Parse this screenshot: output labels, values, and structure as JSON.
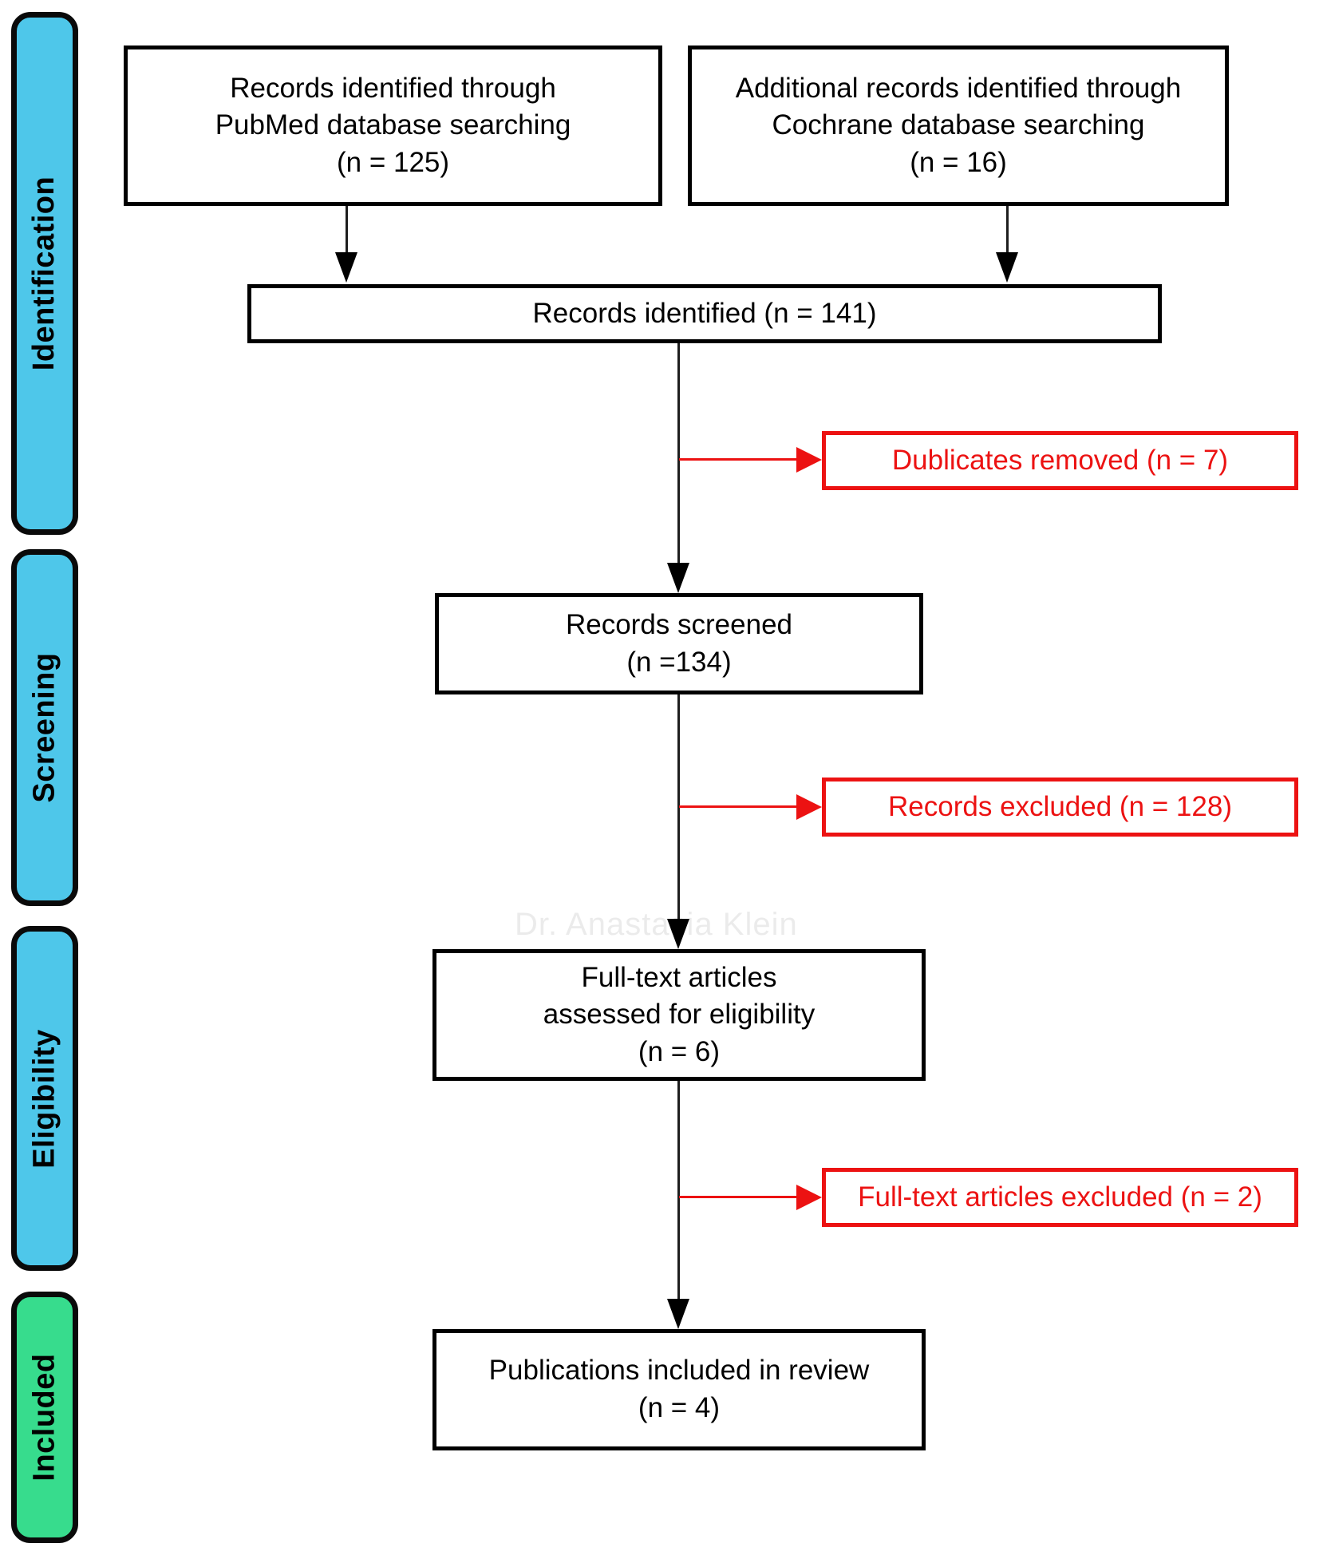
{
  "stages": [
    {
      "label": "Identification",
      "color": "#4ec7ea"
    },
    {
      "label": "Screening",
      "color": "#4ec7ea"
    },
    {
      "label": "Eligibility",
      "color": "#4ec7ea"
    },
    {
      "label": "Included",
      "color": "#37dc8d"
    }
  ],
  "boxes": {
    "source_pubmed": {
      "text": "Records identified through\nPubMed database searching\n(n = 125)",
      "n": 125
    },
    "source_cochrane": {
      "text": "Additional records identified through\nCochrane database searching\n(n = 16)",
      "n": 16
    },
    "records_identified": {
      "text": "Records identified (n = 141)",
      "n": 141
    },
    "duplicates_removed": {
      "text": "Dublicates removed (n = 7)",
      "n": 7
    },
    "records_screened": {
      "text": "Records screened\n(n =134)",
      "n": 134
    },
    "records_excluded": {
      "text": "Records excluded (n = 128)",
      "n": 128
    },
    "fulltext_assessed": {
      "text": "Full-text articles\nassessed for eligibility\n(n = 6)",
      "n": 6
    },
    "fulltext_excluded": {
      "text": "Full-text articles excluded (n = 2)",
      "n": 2
    },
    "publications_included": {
      "text": "Publications included in review\n(n = 4)",
      "n": 4
    }
  },
  "watermark": "Dr. Anastasia Klein",
  "colors": {
    "stage_cyan": "#4ec7ea",
    "stage_green": "#37dc8d",
    "exclusion_red": "#ec1212",
    "box_border": "#000000"
  }
}
